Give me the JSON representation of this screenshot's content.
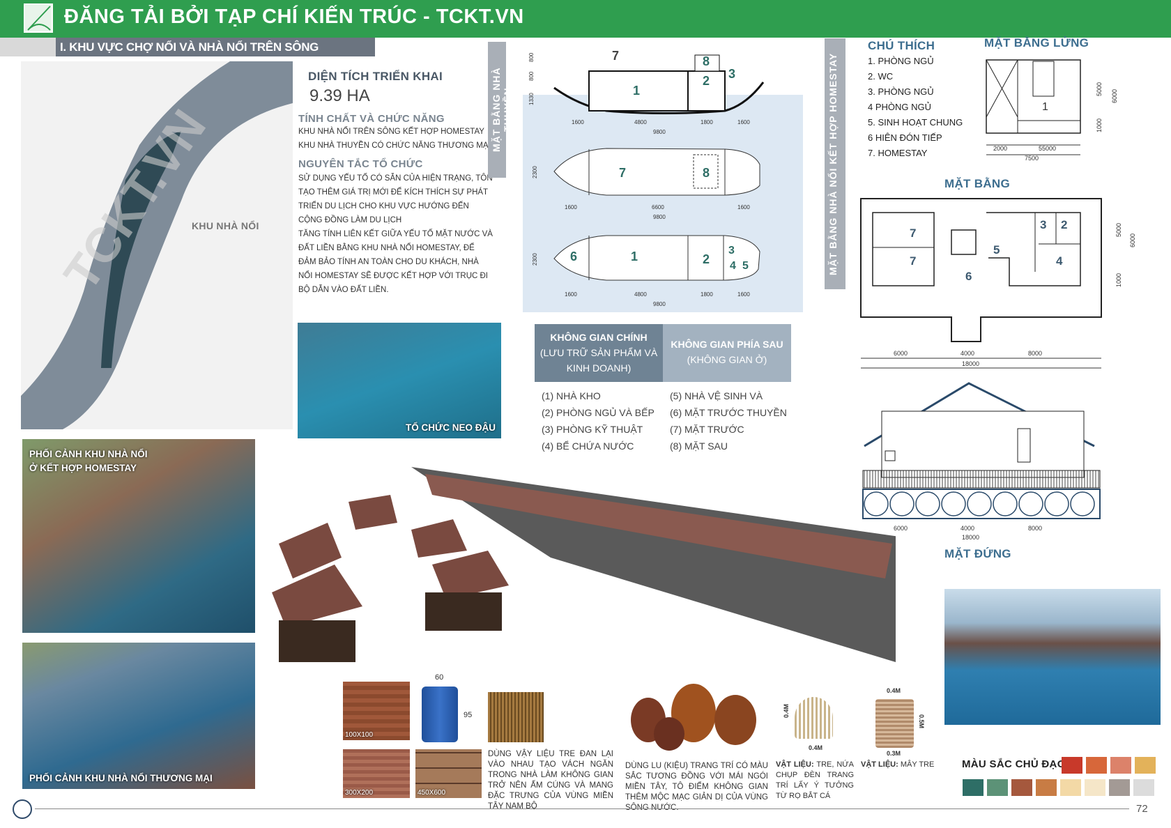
{
  "header": {
    "title": "ĐĂNG TẢI BỞI TẠP CHÍ KIẾN TRÚC - TCKT.VN",
    "section": "I. KHU VỰC CHỢ NỔI VÀ NHÀ NỔI TRÊN SÔNG"
  },
  "map": {
    "label": "KHU NHÀ NỔI",
    "watermark": "TCKT.VN"
  },
  "area": {
    "heading": "DIỆN TÍCH TRIỂN KHAI",
    "value": "9.39 HA"
  },
  "nature": {
    "heading": "TÍNH CHẤT VÀ CHỨC NĂNG",
    "lines": [
      "KHU NHÀ NỔI TRÊN SÔNG KẾT HỢP HOMESTAY",
      "KHU NHÀ THUYỀN CÓ CHỨC NĂNG THƯƠNG MẠI"
    ]
  },
  "principle": {
    "heading": "NGUYÊN TẮC TỔ CHỨC",
    "lines": [
      "SỬ DỤNG YẾU TỐ CÓ SẴN CỦA HIỆN TRẠNG, TÔN",
      "TẠO THÊM GIÁ TRỊ MỚI ĐỂ KÍCH THÍCH SỰ PHÁT",
      "TRIỂN DU LỊCH CHO KHU VỰC HƯỚNG ĐẾN",
      "CỘNG ĐỒNG LÀM DU LỊCH",
      "TĂNG TÍNH LIÊN KẾT GIỮA YẾU TỐ MẶT NƯỚC VÀ",
      "ĐẤT LIỀN BẰNG KHU NHÀ NỔI HOMESTAY, ĐỂ",
      "ĐẢM BẢO TÍNH AN TOÀN CHO DU KHÁCH, NHÀ",
      "NỔI HOMESTAY SẼ ĐƯỢC KẾT HỢP VỚI TRỤC ĐI",
      "BỘ DẪN VÀO ĐẤT LIỀN."
    ]
  },
  "photos": {
    "mooring": "TỔ CHỨC NEO ĐẬU",
    "homestay": "PHỐI CẢNH KHU NHÀ NỔI Ở KẾT HỢP HOMESTAY",
    "commercial": "PHỐI CẢNH KHU NHÀ NỔI THƯƠNG MẠI"
  },
  "boat": {
    "vlabel": "MẶT BẰNG NHÀ THUYỀN",
    "side_dims": [
      "1600",
      "4800",
      "1800",
      "1600"
    ],
    "total": "9800",
    "top_dims": [
      "1600",
      "6600",
      "1600"
    ],
    "bottom_dims": [
      "1600",
      "4800",
      "1800",
      "1600"
    ],
    "heights": [
      "800",
      "800",
      "1330"
    ],
    "width": "2300",
    "numbers": [
      "1",
      "2",
      "3",
      "4",
      "5",
      "6",
      "7",
      "8"
    ]
  },
  "table": {
    "main_title": "KHÔNG GIAN CHÍNH",
    "main_sub": "(LƯU TRỮ SẢN PHẨM VÀ KINH DOANH)",
    "back_title": "KHÔNG GIAN PHÍA SAU",
    "back_sub": "(KHÔNG GIAN Ở)",
    "left": [
      "(1) NHÀ KHO",
      "(2) PHÒNG NGỦ VÀ BẾP",
      "(3) PHÒNG KỸ THUẬT",
      "(4) BỂ CHỨA NƯỚC"
    ],
    "right": [
      "(5) NHÀ VỆ SINH VÀ",
      "(6) MẶT TRƯỚC THUYỀN",
      "(7) MẶT TRƯỚC",
      "(8) MẶT SAU"
    ]
  },
  "homestay": {
    "vlabel": "MẶT BẰNG NHÀ NỔI KẾT HỢP HOMESTAY",
    "legend_title": "CHÚ THÍCH",
    "legend": [
      "1. PHÒNG NGỦ",
      "2. WC",
      "3. PHÒNG NGỦ",
      "4 PHÒNG NGỦ",
      "5. SINH HOẠT CHUNG",
      "6 HIÊN ĐÓN TIẾP",
      "7. HOMESTAY"
    ],
    "mezz_title": "MẶT BẰNG LỬNG",
    "mezz_dims": {
      "w1": "2000",
      "w2": "55000",
      "total": "7500",
      "h1": "5000",
      "h2": "1000",
      "ht": "6000",
      "room": "1"
    },
    "plan_title": "MẶT BẰNG",
    "plan_dims": [
      "6000",
      "4000",
      "8000"
    ],
    "plan_total": "18000",
    "plan_h": [
      "5000",
      "1000",
      "6000"
    ],
    "rooms": [
      "7",
      "7",
      "6",
      "5",
      "3",
      "2",
      "4"
    ],
    "elev_title": "MẶT ĐỨNG",
    "elev_dims": [
      "6000",
      "4000",
      "8000"
    ],
    "elev_total": "18000"
  },
  "materials": {
    "wood1": "100X100",
    "wood2": "300X200",
    "shingle": "450X600",
    "barrel_w": "60",
    "barrel_h": "95",
    "bamboo_text": "DÙNG VẬY LIỆU TRE ĐAN LẠI VÀO NHAU TẠO VÁCH NGĂN TRONG NHÀ LÀM KHÔNG GIAN TRỞ NÊN ẤM CÚNG VÀ MANG ĐẶC TRƯNG CỦA VÙNG MIỀN TÂY NAM BỘ",
    "jar_text": "DÙNG LU (KIỆU) TRANG TRÍ CÓ MÀU SẮC TƯƠNG ĐỒNG VỚI MÁI NGÓI MIỀN TÂY, TÔ ĐIỂM KHÔNG GIAN THÊM MỘC MẠC GIẢN DỊ CỦA VÙNG SÔNG NƯỚC.",
    "lamp_h": "0.4M",
    "lamp_w": "0.4M",
    "lamp_label": "VẬT LIỆU:",
    "lamp_text": " TRE, NỨA CHỤP ĐÈN TRANG TRÍ LẤY Ý TƯỞNG TỪ RỌ BẮT CÁ",
    "basket_top": "0.4M",
    "basket_h": "0.5M",
    "basket_bottom": "0.3M",
    "basket_label": "VẬT LIỆU:",
    "basket_text": " MÂY TRE"
  },
  "palette": {
    "title": "MÀU SẮC CHỦ ĐẠO",
    "row1": [
      "#c8392a",
      "#d7673a",
      "#dc826a",
      "#e3b25a"
    ],
    "row2": [
      "#2e6e66",
      "#5c9277",
      "#a5583d",
      "#c87c44",
      "#f3d9a6",
      "#f5e6c8",
      "#a39a95",
      "#dcdcdc"
    ]
  },
  "footer": {
    "page": "72"
  }
}
